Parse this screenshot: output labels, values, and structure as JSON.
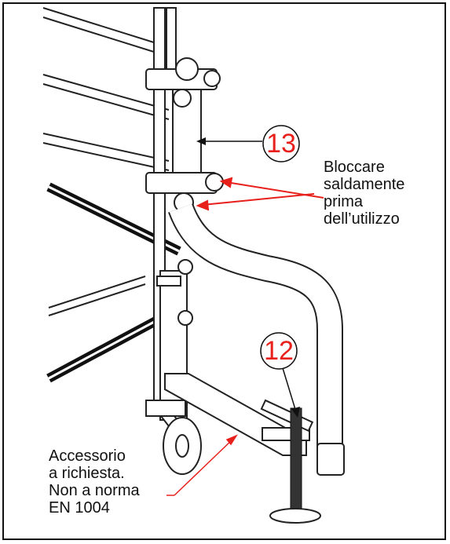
{
  "callouts": [
    {
      "number": "13"
    },
    {
      "number": "12"
    }
  ],
  "notes": {
    "lock_instruction": "Bloccare\nsaldamente\nprima\ndell’utilizzo",
    "accessory_note": "Accessorio\na richiesta.\nNon a norma\nEN 1004"
  },
  "colors": {
    "callout_red": "#e8201c",
    "line_black": "#111111"
  }
}
